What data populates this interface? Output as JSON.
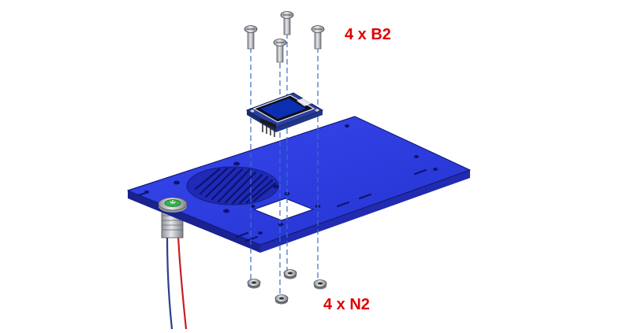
{
  "labels": {
    "screws": "4 x B2",
    "nuts": "4 x N2"
  },
  "colors": {
    "plate": "#2f3fe0",
    "plate_edge": "#1a2290",
    "label": "#e00000",
    "guide_line": "#3b6fc6",
    "metal": "#c9ccd3",
    "wire_red": "#c81e1e",
    "wire_blue": "#2a3f8f"
  },
  "parts": {
    "screw_count": 4,
    "nut_count": 4
  }
}
